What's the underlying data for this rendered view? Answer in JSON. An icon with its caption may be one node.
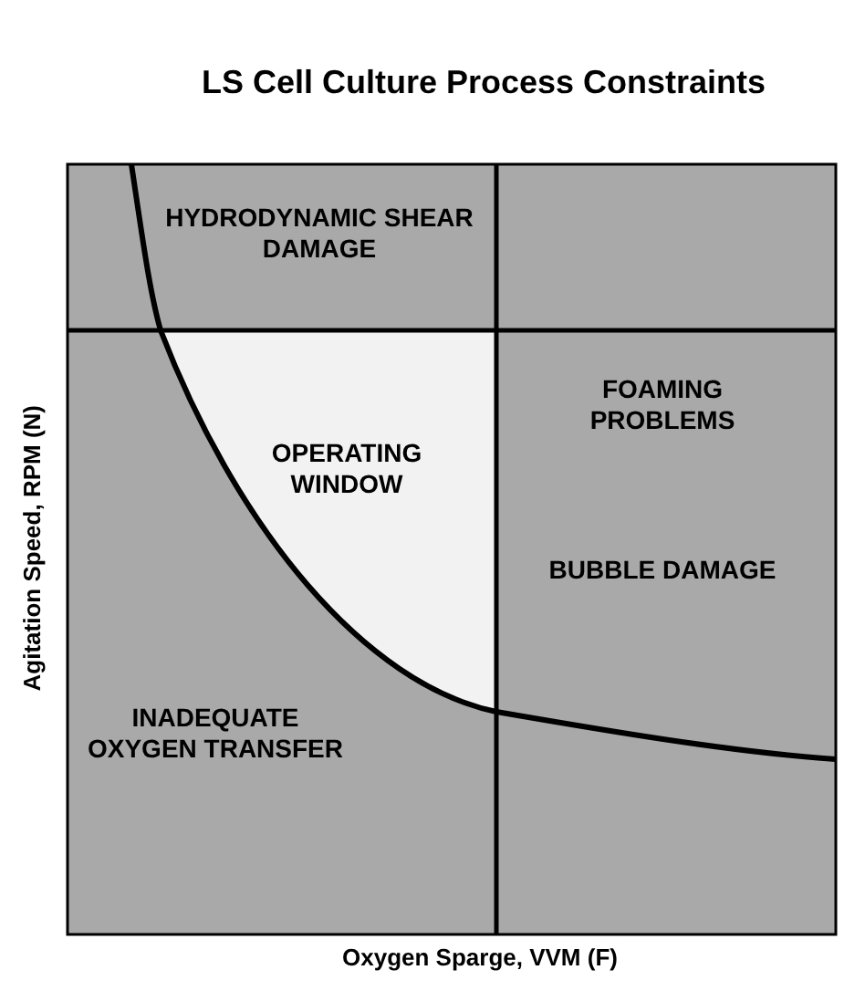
{
  "diagram": {
    "title": "LS Cell Culture Process Constraints",
    "labels": [
      "HYDRODYNAMIC SHEAR DAMAGE",
      "FOAMING PROBLEMS",
      "OPERATING WINDOW",
      "BUBBLE DAMAGE",
      "INADEQUATE OXYGEN TRANSFER",
      "Agitation Speed, RPM (N)",
      "Oxygen Sparge, VVM (F)"
    ]
  }
}
